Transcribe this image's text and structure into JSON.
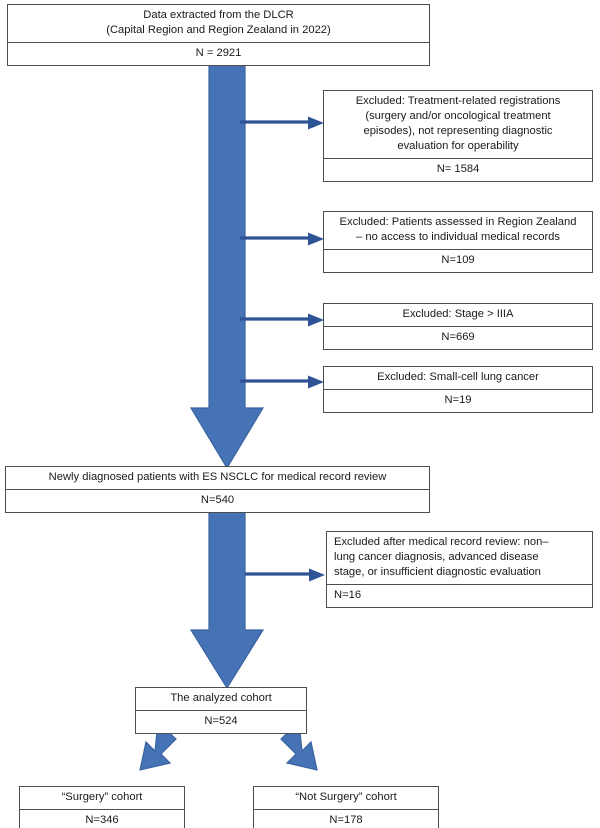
{
  "figure": {
    "type": "flowchart",
    "subject": "Patient selection flow diagram (CONSORT-style)",
    "accent_color": "#4573b5",
    "accent_border_color": "#2f5496",
    "box_border_color": "#4d4d4d",
    "background_color": "#ffffff"
  },
  "nodes": {
    "source": {
      "title_line1": "Data extracted from the DLCR",
      "title_line2": "(Capital Region and Region Zealand in 2022)",
      "count": "N = 2921"
    },
    "eligible": {
      "title": "Newly diagnosed patients with ES NSCLC for medical record review",
      "count": "N=540"
    },
    "analyzed": {
      "title": "The analyzed cohort",
      "count": "N=524"
    },
    "surgery": {
      "title": "“Surgery” cohort",
      "count": "N=346"
    },
    "not_surgery": {
      "title": "“Not Surgery” cohort",
      "count": "N=178"
    }
  },
  "exclusions": [
    {
      "id": "treatment-related",
      "title_line1": "Excluded: Treatment-related registrations",
      "title_line2": "(surgery and/or oncological treatment",
      "title_line3": "episodes), not representing diagnostic",
      "title_line4": "evaluation for operability",
      "count": "N= 1584"
    },
    {
      "id": "region-zealand",
      "title_line1": "Excluded: Patients assessed in Region Zealand",
      "title_line2": "– no access to individual medical records",
      "count": "N=109"
    },
    {
      "id": "stage-above-iiia",
      "title_line1": "Excluded: Stage > IIIA",
      "count": "N=669"
    },
    {
      "id": "small-cell",
      "title_line1": "Excluded: Small-cell lung cancer",
      "count": "N=19"
    },
    {
      "id": "after-record-review",
      "title_line1": "Excluded after medical record review: non–",
      "title_line2": "lung cancer diagnosis, advanced disease",
      "title_line3": "stage, or insufficient diagnostic evaluation",
      "count": "N=16"
    }
  ]
}
